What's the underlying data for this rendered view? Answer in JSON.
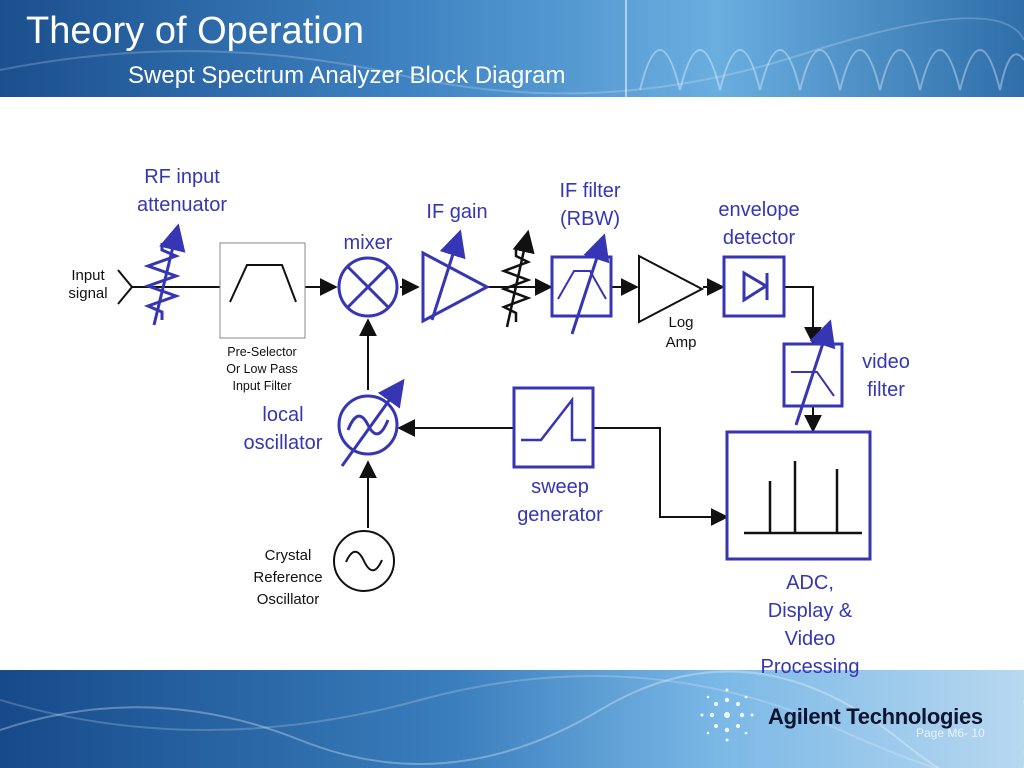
{
  "slide": {
    "title": "Theory of Operation",
    "subtitle": "Swept Spectrum Analyzer Block Diagram"
  },
  "footer": {
    "brand": "Agilent Technologies",
    "page": "Page M6- 10"
  },
  "labels": {
    "input_signal": "Input\nsignal",
    "rf_input_attenuator": "RF input\nattenuator",
    "pre_selector": "Pre-Selector\nOr Low Pass\nInput Filter",
    "mixer": "mixer",
    "if_gain": "IF gain",
    "if_filter": "IF filter\n(RBW)",
    "log_amp": "Log\nAmp",
    "envelope_detector": "envelope\ndetector",
    "video_filter": "video\nfilter",
    "local_oscillator": "local\noscillator",
    "sweep_generator": "sweep\ngenerator",
    "crystal_reference": "Crystal\nReference\nOscillator",
    "adc_display": "ADC,\nDisplay &\nVideo\nProcessing"
  },
  "colors": {
    "diagram_blue": "#3636b4",
    "header_blue": "#2e6fb0",
    "text_dark": "#111111"
  }
}
